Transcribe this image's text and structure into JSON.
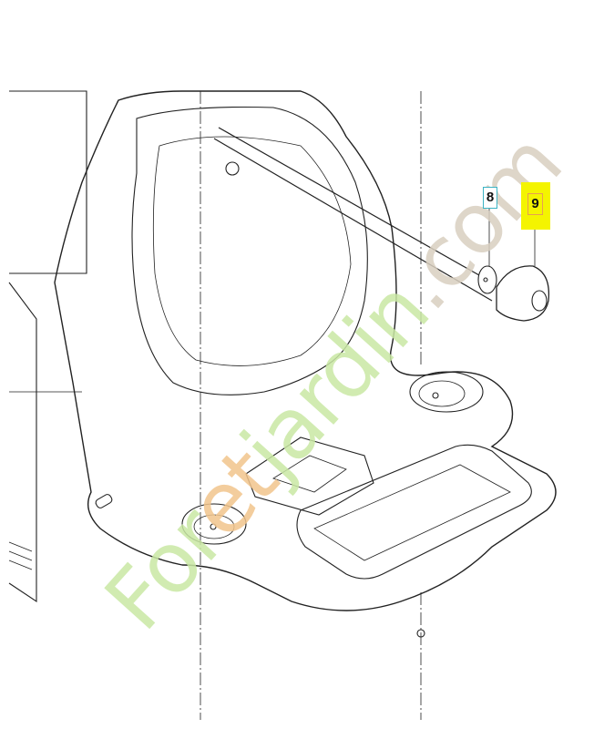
{
  "diagram": {
    "callouts": [
      {
        "id": "8",
        "label": "8",
        "border_color": "#3bb3c3"
      },
      {
        "id": "9",
        "label": "9",
        "border_color": "#e8a050",
        "highlight": "#f4f400"
      }
    ],
    "watermark": {
      "part1": "For",
      "part2": "et",
      "part3": "jardin",
      "part4": ".com"
    }
  }
}
